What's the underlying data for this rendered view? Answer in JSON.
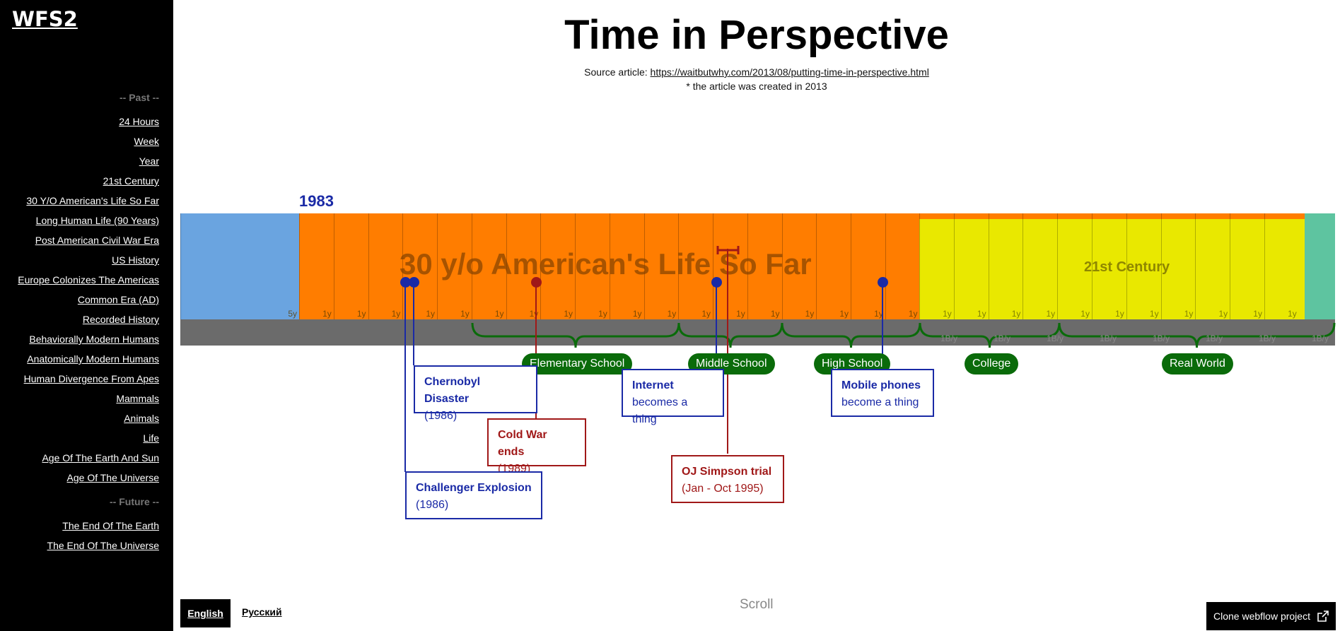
{
  "sidebar": {
    "logo": "WFS2",
    "past_heading": "-- Past --",
    "past_items": [
      "24 Hours",
      "Week",
      "Year",
      "21st Century",
      "30 Y/O American's Life So Far",
      "Long Human Life (90 Years)",
      "Post American Civil War Era",
      "US History",
      "Europe Colonizes The Americas",
      "Common Era (AD)",
      "Recorded History",
      "Behaviorally Modern Humans",
      "Anatomically Modern Humans",
      "Human Divergence From Apes",
      "Mammals",
      "Animals",
      "Life",
      "Age Of The Earth And Sun",
      "Age Of The Universe"
    ],
    "future_heading": "-- Future --",
    "future_items": [
      "The End Of The Earth",
      "The End Of The Universe"
    ]
  },
  "header": {
    "title": "Time in Perspective",
    "source_prefix": "Source article: ",
    "source_link": "https://waitbutwhy.com/2013/08/putting-time-in-perspective.html",
    "note": "* the article was created in 2013"
  },
  "timeline": {
    "year_label": "1983",
    "first_tick": "5y",
    "year_tick": "1y",
    "billion_tick": "1B/y",
    "life_label": "30 y/o American's Life So Far",
    "century_label": "21st Century",
    "colors": {
      "past": "#6aa4e0",
      "life": "#ff7d00",
      "century": "#e9e800",
      "beyond": "#5ec4a0",
      "stage": "#0a6b0a",
      "blue_event": "#1a2aa6",
      "red_event": "#a01818"
    },
    "stages": [
      "Elementary School",
      "Middle School",
      "High School",
      "College",
      "Real World"
    ],
    "events": {
      "chernobyl": {
        "title": "Chernobyl Disaster",
        "sub": "(1986)"
      },
      "challenger": {
        "title": "Challenger Explosion",
        "sub": "(1986)"
      },
      "cold_war": {
        "title": "Cold War ends",
        "sub": "(1989)"
      },
      "internet": {
        "title": "Internet",
        "sub": "becomes a thing"
      },
      "oj": {
        "title": "OJ Simpson trial",
        "sub": "(Jan - Oct 1995)"
      },
      "mobile": {
        "title": "Mobile phones",
        "sub": "become a thing"
      }
    }
  },
  "footer": {
    "lang_en": "English",
    "lang_ru": "Русский",
    "scroll": "Scroll",
    "clone": "Clone webflow project"
  }
}
